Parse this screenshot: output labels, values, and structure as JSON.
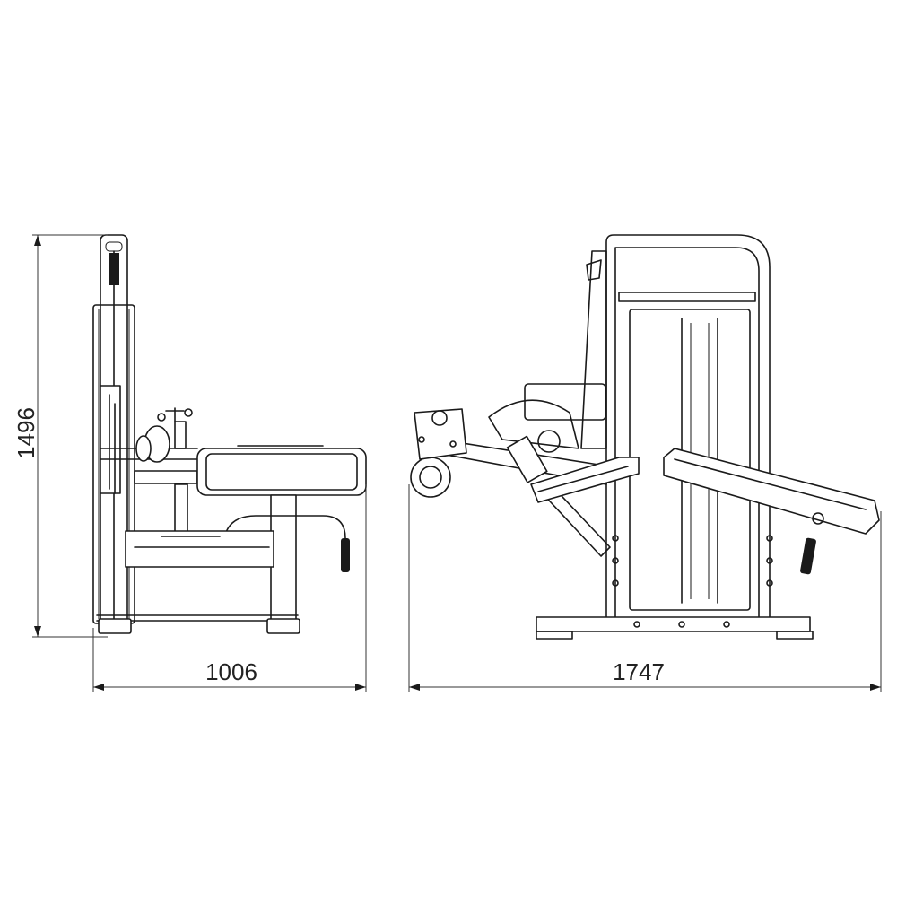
{
  "dimensions": {
    "height_label": "1496",
    "side_width_label": "1006",
    "front_length_label": "1747"
  },
  "colors": {
    "line": "#1a1a1a",
    "background": "#ffffff"
  }
}
